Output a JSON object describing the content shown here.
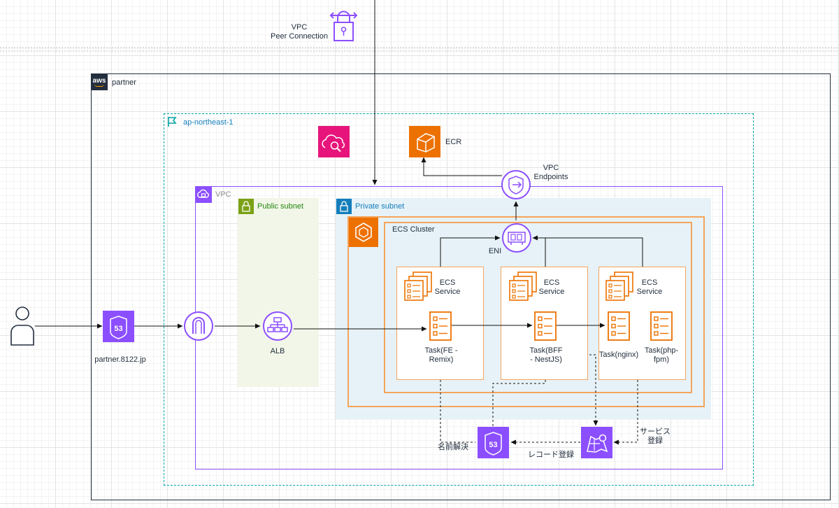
{
  "diagram": {
    "peer": {
      "label_line1": "VPC",
      "label_line2": "Peer Connection"
    },
    "aws_cloud": {
      "logo": "aws",
      "label": "partner"
    },
    "region": {
      "label": "ap-northeast-1"
    },
    "vpc": {
      "label": "VPC"
    },
    "public_subnet": {
      "label": "Public subnet"
    },
    "private_subnet": {
      "label": "Private subnet"
    },
    "ecs_cluster": {
      "label": "ECS Cluster"
    },
    "ecr": {
      "label": "ECR"
    },
    "vpc_endpoints": {
      "label_line1": "VPC",
      "label_line2": "Endpoints"
    },
    "eni": {
      "label": "ENI"
    },
    "route53_dns": {
      "label": "partner.8122.jp"
    },
    "alb": {
      "label": "ALB"
    },
    "services": [
      {
        "line1": "ECS",
        "line2": "Service"
      },
      {
        "line1": "ECS",
        "line2": "Service"
      },
      {
        "line1": "ECS",
        "line2": "Service"
      }
    ],
    "tasks": [
      {
        "line1": "Task(FE -",
        "line2": "Remix)"
      },
      {
        "line1": "Task(BFF",
        "line2": "- NestJS)"
      },
      {
        "line1": "Task(nginx)",
        "line2": ""
      },
      {
        "line1": "Task(php-",
        "line2": "fpm)"
      }
    ],
    "edge_labels": {
      "name_resolution": "名前解決",
      "record_registration": "レコード登録",
      "service_registration_line1": "サービス",
      "service_registration_line2": "登録"
    },
    "colors": {
      "purple": "#8c4fff",
      "orange": "#ed7100",
      "pink": "#e7157b",
      "region_border": "#00a4a6",
      "public_subnet_fill": "#f2f6e8",
      "public_subnet_text": "#248814",
      "private_subnet_fill": "#e6f2f8",
      "private_subnet_text": "#147eba",
      "frame": "#232f3e"
    },
    "icons": [
      "user-icon",
      "route53-icon",
      "internet-gateway-icon",
      "alb-icon",
      "ecs-icon",
      "ecs-service-icon",
      "ecs-task-icon",
      "eni-icon",
      "vpc-endpoints-icon",
      "ecr-icon",
      "cloud-search-icon",
      "cloud-map-icon",
      "peering-lock-icon",
      "aws-logo-icon",
      "region-flag-icon",
      "vpc-icon",
      "subnet-lock-icon"
    ]
  }
}
